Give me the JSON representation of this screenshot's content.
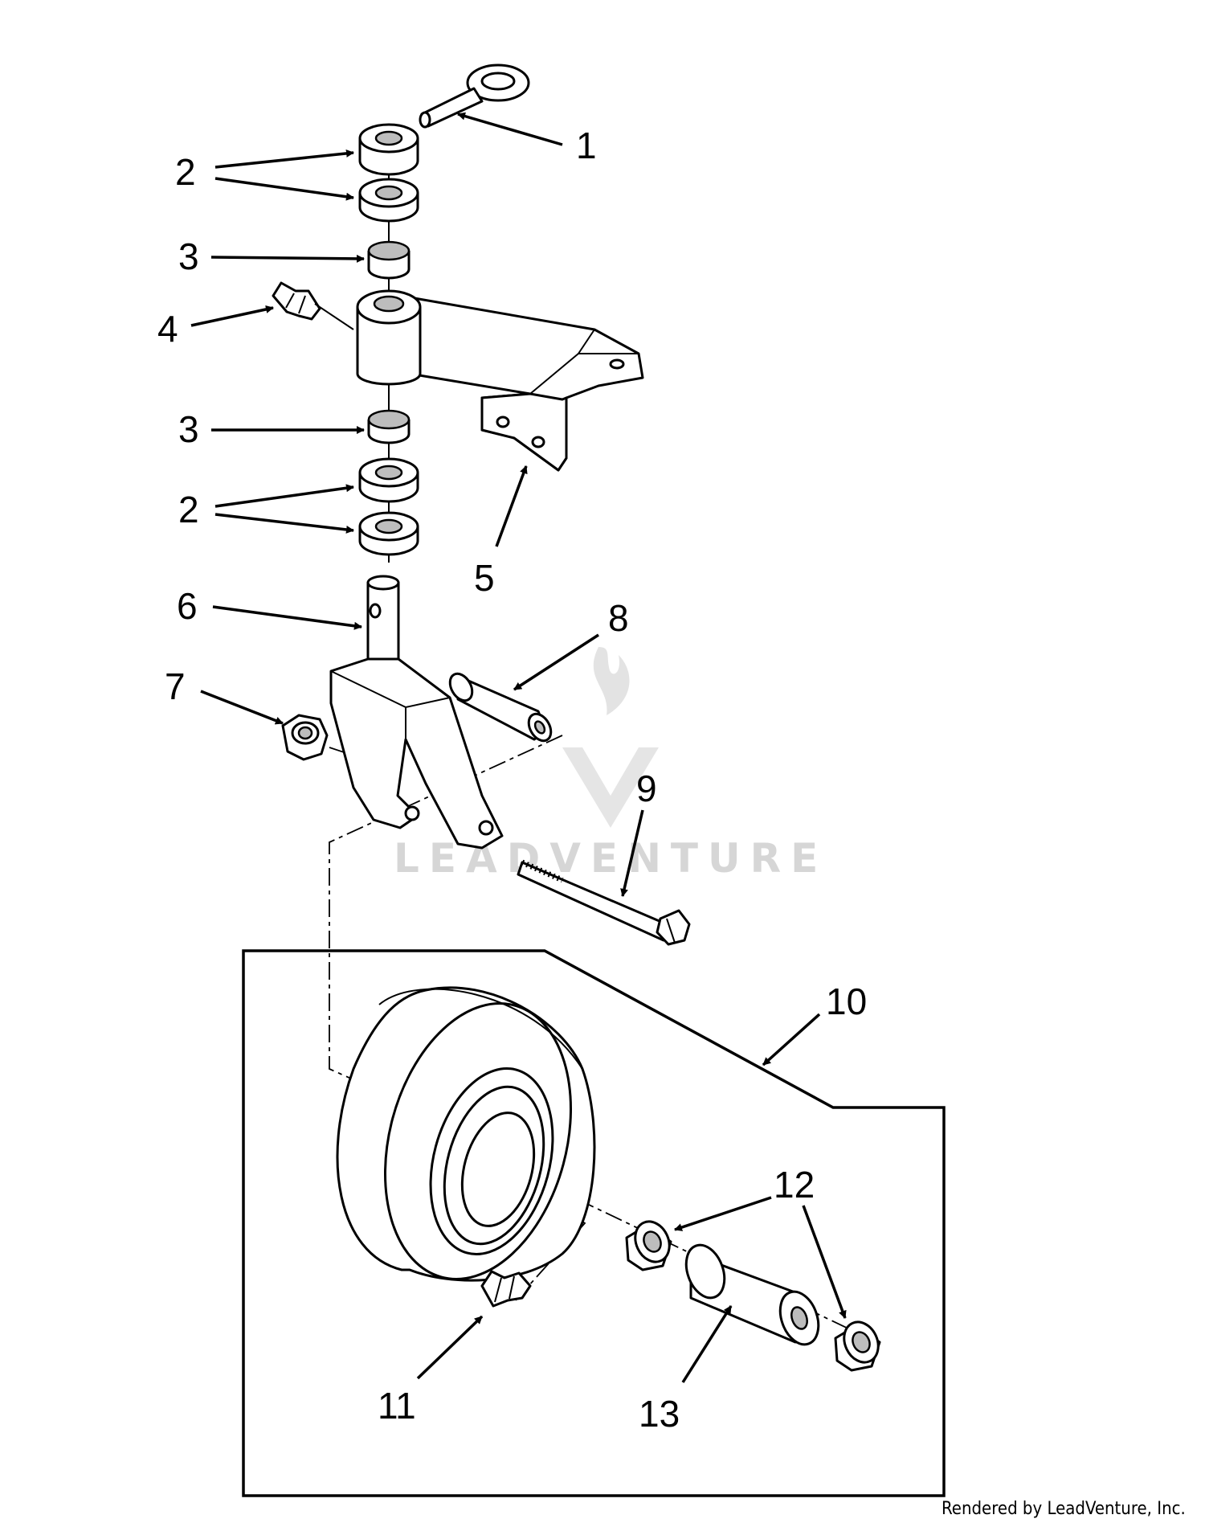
{
  "diagram": {
    "callouts": [
      {
        "id": "1",
        "label": "1"
      },
      {
        "id": "2a",
        "label": "2"
      },
      {
        "id": "3a",
        "label": "3"
      },
      {
        "id": "4",
        "label": "4"
      },
      {
        "id": "3b",
        "label": "3"
      },
      {
        "id": "2b",
        "label": "2"
      },
      {
        "id": "5",
        "label": "5"
      },
      {
        "id": "6",
        "label": "6"
      },
      {
        "id": "7",
        "label": "7"
      },
      {
        "id": "8",
        "label": "8"
      },
      {
        "id": "9",
        "label": "9"
      },
      {
        "id": "10",
        "label": "10"
      },
      {
        "id": "11",
        "label": "11"
      },
      {
        "id": "12",
        "label": "12"
      },
      {
        "id": "13",
        "label": "13"
      }
    ],
    "watermark": "LEADVENTURE",
    "credit": "Rendered by LeadVenture, Inc."
  }
}
